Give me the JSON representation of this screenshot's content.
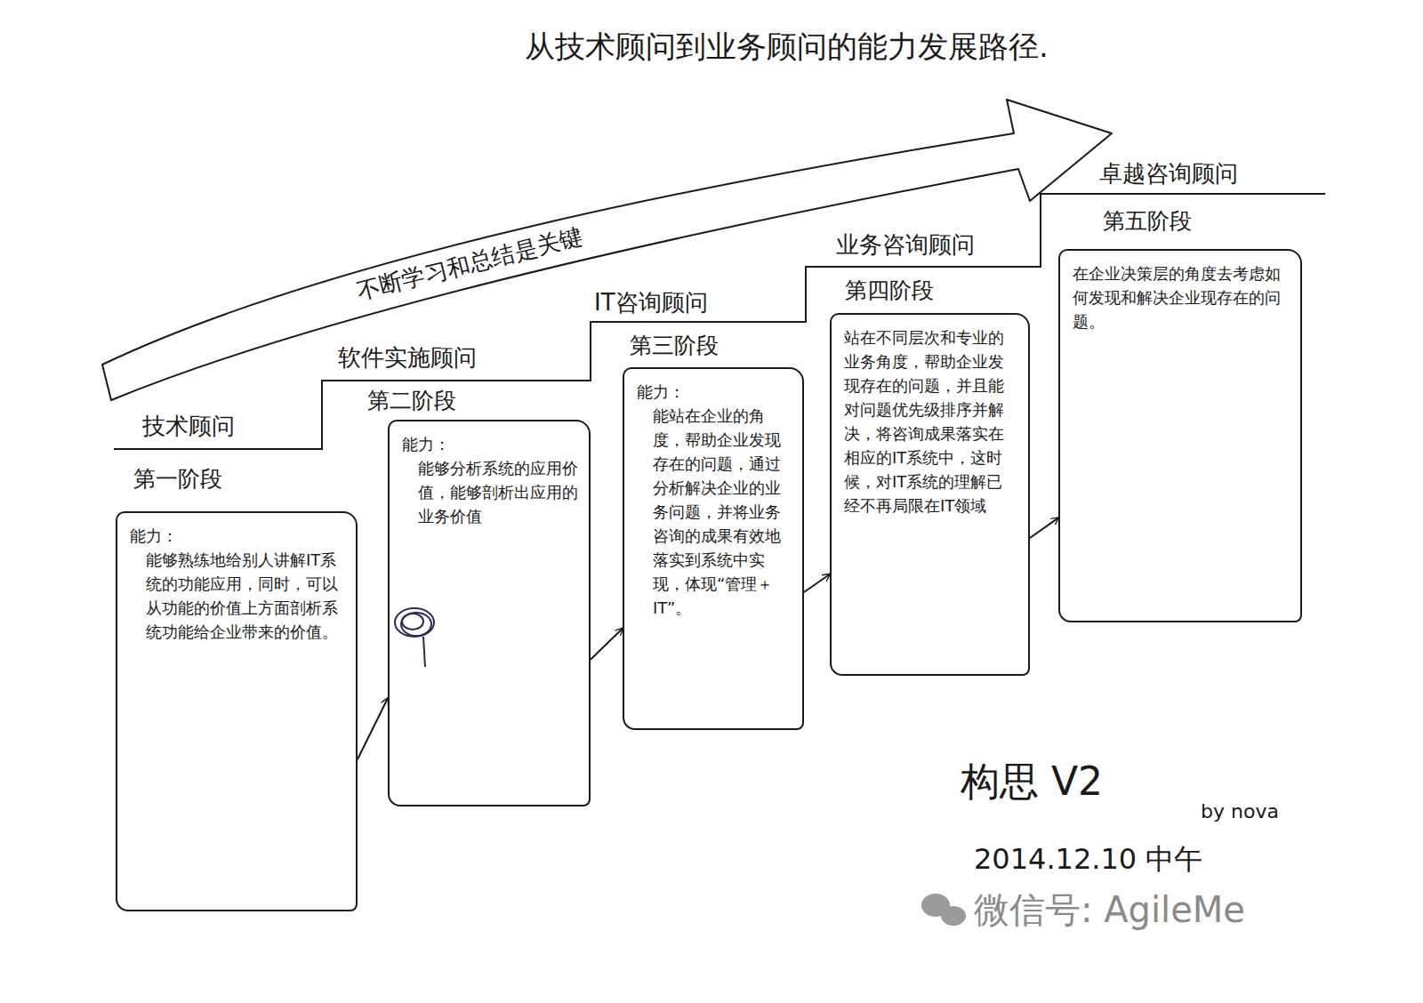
{
  "diagram": {
    "title": "从技术顾问到业务顾问的能力发展路径.",
    "nodes": [
      {
        "text": [
          "技术顾问",
          "第一阶段",
          "能力：",
          "能够熟练地给别人讲解IT系统的功能应用，同时，可以从功能的价值上方面剖析系统功能给企业带来的价值。"
        ]
      },
      {
        "text": [
          "软件实施顾问",
          "第二阶段",
          "能力：",
          "能够分析系统的应用价值，能够剖析出应用的业务价值"
        ]
      },
      {
        "text": [
          "IT咨询顾问",
          "第三阶段",
          "能力：",
          "能站在企业的角度，帮助企业发现存在的问题，通过分析解决企业的业务问题，并将业务咨询的成果有效地落实到系统中实现，体现“管理＋IT”。"
        ]
      },
      {
        "text": [
          "业务咨询顾问",
          "第四阶段",
          "站在不同层次和专业的业务角度，帮助企业发现存在的问题，并且能对问题优先级排序并解决，将咨询成果落实在相应的IT系统中，这时候，对IT系统的理解已经不再局限在IT领域"
        ]
      },
      {
        "text": [
          "卓越咨询顾问",
          "第五阶段",
          "在企业决策层的角度去考虑如何发现和解决企业现存在的问题。"
        ]
      }
    ],
    "edges": [
      {
        "from": 0,
        "to": 1,
        "arrow": "to"
      },
      {
        "from": 1,
        "to": 2,
        "arrow": "to"
      },
      {
        "from": 2,
        "to": 3,
        "arrow": "to"
      },
      {
        "from": 3,
        "to": 4,
        "arrow": "to"
      }
    ],
    "labels": [
      "不断学习和总结是关键",
      "构思 V2",
      "by nova",
      "2014.12.10 中午",
      "微信号: AgileMe"
    ]
  }
}
